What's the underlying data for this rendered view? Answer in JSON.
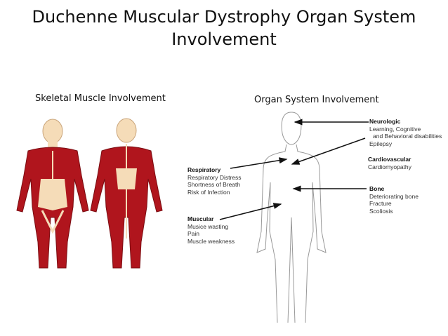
{
  "title": "Duchenne Muscular Dystrophy Organ System Involvement",
  "left_panel": {
    "heading": "Skeletal Muscle Involvement"
  },
  "right_panel": {
    "heading": "Organ System Involvement",
    "groups": {
      "neurologic": {
        "title": "Neurologic",
        "items": [
          "Learning, Cognitive",
          "and Behavioral disabilities",
          "Epilepsy"
        ]
      },
      "cardiovascular": {
        "title": "Cardiovascular",
        "items": [
          "Cardiomyopathy"
        ]
      },
      "respiratory": {
        "title": "Respiratory",
        "items": [
          "Respiratory Distress",
          "Shortness of Breath",
          "Risk of Infection"
        ]
      },
      "bone": {
        "title": "Bone",
        "items": [
          "Deteriorating bone",
          "Fracture",
          "Scoliosis"
        ]
      },
      "muscular": {
        "title": "Muscular",
        "items": [
          "Musice wasting",
          "Pain",
          "Muscle weakness"
        ]
      }
    }
  },
  "colors": {
    "muscle": "#b0151d",
    "skin": "#f5dcb8",
    "outline": "#999999"
  }
}
